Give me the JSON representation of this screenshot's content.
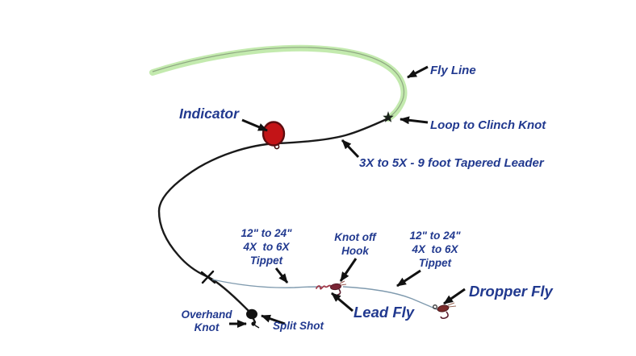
{
  "diagram": {
    "type": "fly-fishing-nymph-rig-diagram",
    "colors": {
      "label_text": "#21398f",
      "fly_line_green": "#c3eaae",
      "fly_line_core": "#8fa882",
      "leader_black": "#1a1a1a",
      "tippet_blue": "#7f9aae",
      "indicator_red": "#c31417",
      "indicator_outline": "#5c0d10",
      "fly_maroon": "#7a2535",
      "arrow_black": "#111111",
      "background": "#ffffff"
    },
    "labels": {
      "fly_line": "Fly Line",
      "loop_to_clinch_knot": "Loop to Clinch Knot",
      "indicator": "Indicator",
      "tapered_leader": "3X to 5X - 9 foot Tapered Leader",
      "tippet_left": {
        "line1": "12\" to 24\"",
        "line2": "4X  to 6X",
        "line3": "Tippet"
      },
      "knot_off_hook": {
        "line1": "Knot off",
        "line2": "Hook"
      },
      "tippet_right": {
        "line1": "12\" to 24\"",
        "line2": "4X  to 6X",
        "line3": "Tippet"
      },
      "dropper_fly": "Dropper Fly",
      "lead_fly": "Lead Fly",
      "overhand_knot": {
        "line1": "Overhand",
        "line2": "Knot"
      },
      "split_shot": "Split Shot"
    }
  }
}
